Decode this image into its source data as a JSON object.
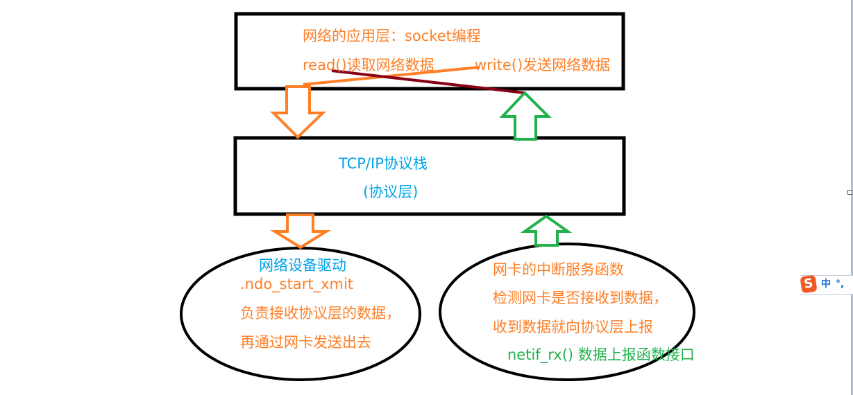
{
  "diagram": {
    "app_layer": {
      "title": "网络的应用层：socket编程",
      "read_label": "read()读取网络数据",
      "write_label": "write()发送网络数据"
    },
    "protocol_layer": {
      "title": "TCP/IP协议栈",
      "subtitle": "(协议层)"
    },
    "driver": {
      "title": "网络设备驱动",
      "function": ".ndo_start_xmit",
      "desc_line1": "负责接收协议层的数据，",
      "desc_line2": "再通过网卡发送出去"
    },
    "interrupt": {
      "title": "网卡的中断服务函数",
      "desc_line1": "检测网卡是否接收到数据，",
      "desc_line2": "收到数据就向协议层上报",
      "api": "netif_rx() 数据上报函数接口"
    },
    "colors": {
      "box_stroke": "#000000",
      "send_arrow": "#ff7f27",
      "receive_arrow": "#22b14c",
      "app_text": "#ff7f27",
      "protocol_text": "#00a2e8",
      "driver_title": "#00a2e8",
      "api_text": "#22b14c",
      "write_connector": "#880015"
    }
  },
  "ime": {
    "logo": "S",
    "mode": "中",
    "punct": "°,"
  }
}
